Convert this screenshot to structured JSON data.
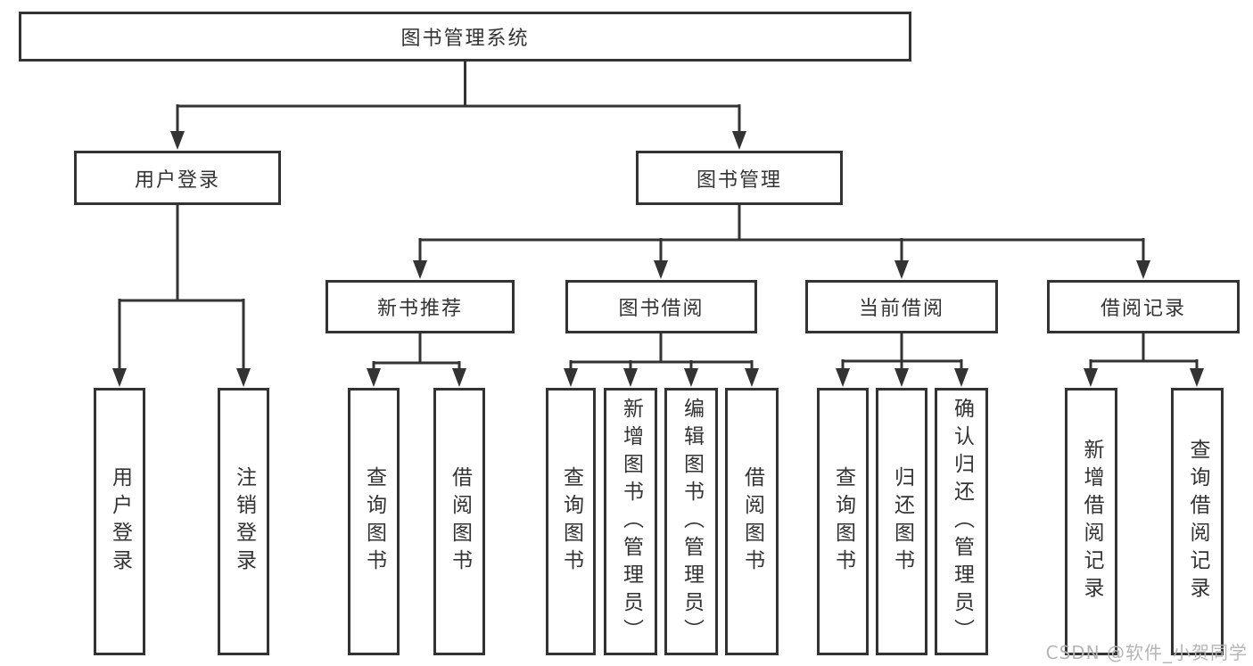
{
  "diagram": {
    "type": "hierarchy-tree",
    "line_color": "#333333",
    "box_border_color": "#333333",
    "box_fill": "#ffffff",
    "text_color": "#333333",
    "root": {
      "label": "图书管理系统"
    },
    "branches": [
      {
        "label": "用户登录",
        "children": [
          {
            "label": "用户登录"
          },
          {
            "label": "注销登录"
          }
        ]
      },
      {
        "label": "图书管理",
        "children": [
          {
            "label": "新书推荐",
            "children": [
              {
                "label": "查询图书"
              },
              {
                "label": "借阅图书"
              }
            ]
          },
          {
            "label": "图书借阅",
            "children": [
              {
                "label": "查询图书"
              },
              {
                "label": "新增图书（管理员）"
              },
              {
                "label": "编辑图书（管理员）"
              },
              {
                "label": "借阅图书"
              }
            ]
          },
          {
            "label": "当前借阅",
            "children": [
              {
                "label": "查询图书"
              },
              {
                "label": "归还图书"
              },
              {
                "label": "确认归还（管理员）"
              }
            ]
          },
          {
            "label": "借阅记录",
            "children": [
              {
                "label": "新增借阅记录"
              },
              {
                "label": "查询借阅记录"
              }
            ]
          }
        ]
      }
    ]
  },
  "watermark": {
    "text": "CSDN @软件_小贺同学",
    "color": "#b5b5b5"
  }
}
